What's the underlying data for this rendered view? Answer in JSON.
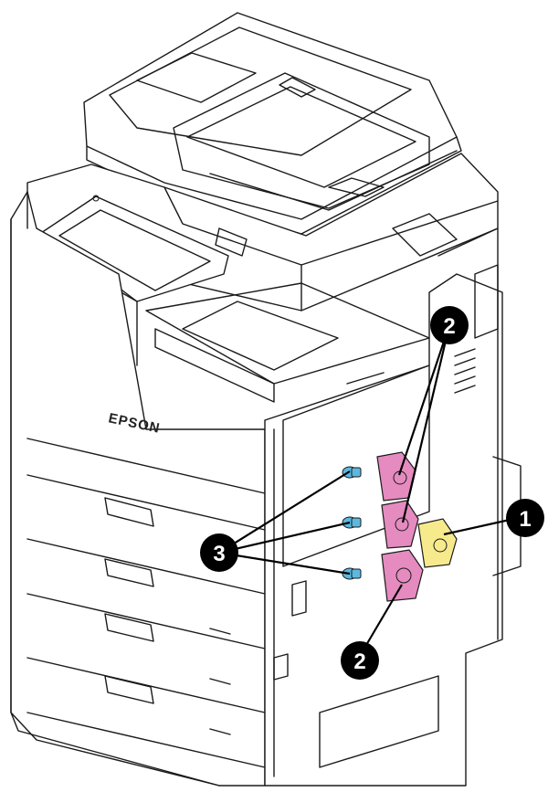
{
  "brand_logo": "EPSON",
  "callouts": [
    {
      "id": "1",
      "label": "1"
    },
    {
      "id": "2",
      "label": "2"
    },
    {
      "id": "3",
      "label": "3"
    }
  ],
  "part_colors": {
    "yellow": "#f6ea8c",
    "magenta": "#e58bc0",
    "cyan": "#5bb8df"
  }
}
